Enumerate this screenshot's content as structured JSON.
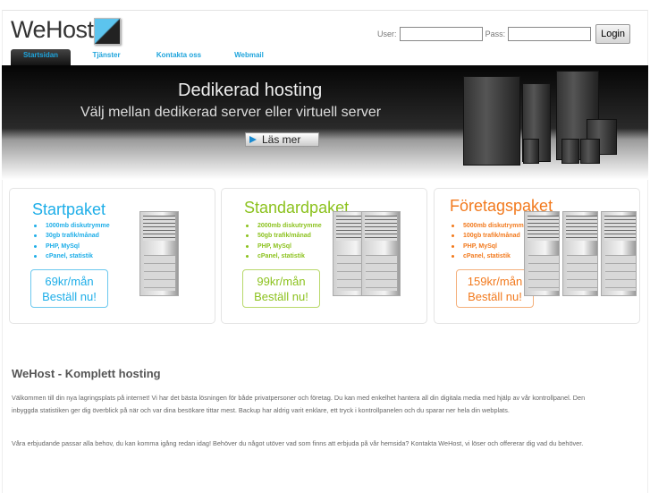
{
  "header": {
    "logo": "WeHost",
    "user_label": "User:",
    "pass_label": "Pass:",
    "user_value": "",
    "pass_value": "",
    "login_button": "Login"
  },
  "tabs": [
    {
      "label": "Startsidan",
      "active": true
    },
    {
      "label": "Tjänster"
    },
    {
      "label": "Kontakta oss"
    },
    {
      "label": "Webmail"
    }
  ],
  "banner": {
    "title": "Dedikerad hosting",
    "subtitle": "Välj mellan dedikerad server eller virtuell server",
    "button": "Läs mer"
  },
  "packages": [
    {
      "name": "Startpaket",
      "features": [
        "1000mb diskutrymme",
        "30gb trafik/månad",
        "PHP, MySql",
        "cPanel, statistik"
      ],
      "price": "69kr/mån",
      "cta": "Beställ nu!",
      "color": "#1eaee8"
    },
    {
      "name": "Standardpaket",
      "features": [
        "2000mb diskutrymme",
        "50gb trafik/månad",
        "PHP, MySql",
        "cPanel, statistik"
      ],
      "price": "99kr/mån",
      "cta": "Beställ nu!",
      "color": "#8cc21e"
    },
    {
      "name": "Företagspaket",
      "features": [
        "5000mb diskutrymme",
        "100gb trafik/månad",
        "PHP, MySql",
        "cPanel, statistik"
      ],
      "price": "159kr/mån",
      "cta": "Beställ nu!",
      "color": "#f27a1e"
    }
  ],
  "content": {
    "heading": "WeHost - Komplett hosting",
    "paragraphs": [
      "Välkommen till din nya lagringsplats på internet! Vi har det bästa lösningen för både privatpersoner och företag. Du kan med enkelhet hantera all din digitala media med hjälp av vår kontrollpanel. Den inbyggda statistiken ger dig överblick på när och var dina besökare tittar mest. Backup har aldrig varit enklare, ett tryck i kontrollpanelen och du sparar ner hela din webplats.",
      "Våra erbjudande passar alla behov, du kan komma igång redan idag! Behöver du något utöver vad som finns att erbjuda på vår hemsida? Kontakta WeHost, vi löser och offererar dig vad du behöver."
    ]
  }
}
